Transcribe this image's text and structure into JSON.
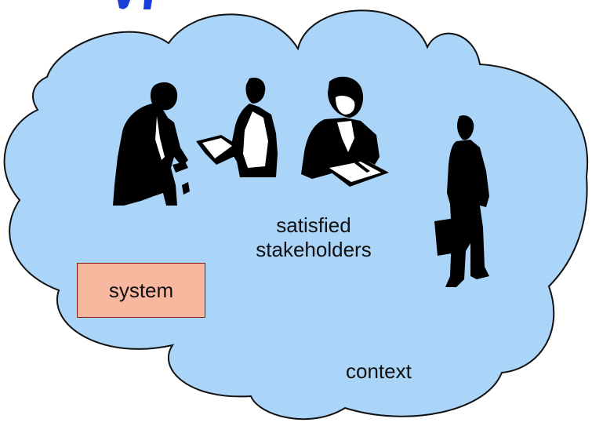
{
  "labels": {
    "stakeholders_line1": "satisfied",
    "stakeholders_line2": "stakeholders",
    "context": "context",
    "system": "system"
  },
  "colors": {
    "cloud_fill": "#aad4f8",
    "cloud_stroke": "#111111",
    "system_fill": "#f8b8a0",
    "system_stroke": "#8a1a10",
    "silhouette": "#000000",
    "title_fragment": "#1a3fd6"
  },
  "icons": [
    "business-person-icon",
    "reading-person-icon",
    "writing-person-icon",
    "standing-person-briefcase-icon"
  ]
}
